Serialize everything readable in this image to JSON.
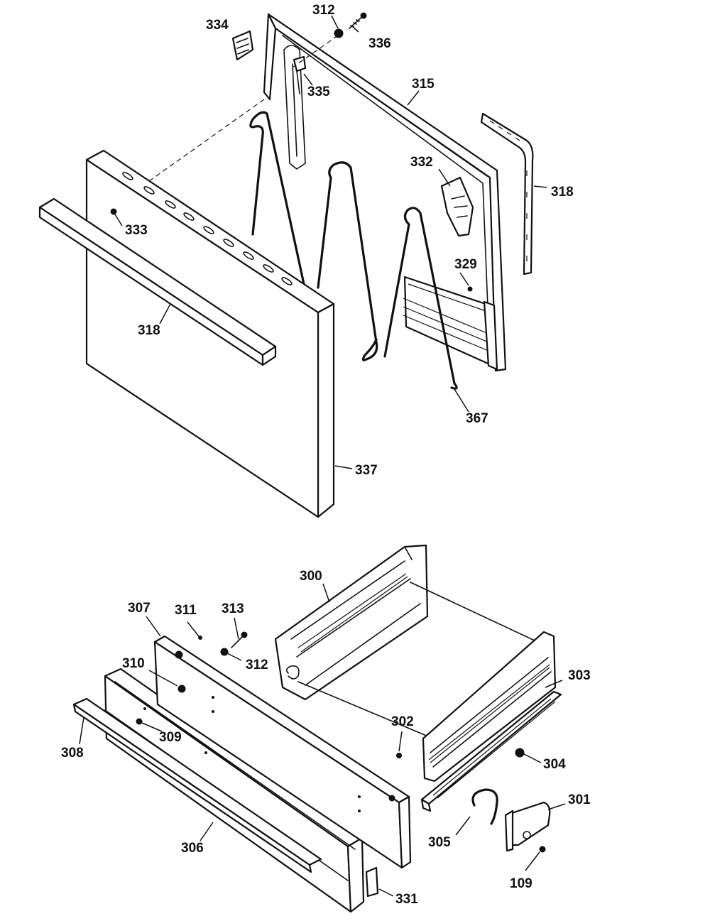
{
  "callouts": {
    "c312_top": "312",
    "c334": "334",
    "c336": "336",
    "c335": "335",
    "c315": "315",
    "c332": "332",
    "c318_right": "318",
    "c333": "333",
    "c318_left": "318",
    "c329": "329",
    "c367": "367",
    "c337": "337",
    "c300": "300",
    "c307": "307",
    "c311": "311",
    "c313": "313",
    "c312_bottom": "312",
    "c310": "310",
    "c303": "303",
    "c302": "302",
    "c309": "309",
    "c308": "308",
    "c304": "304",
    "c301": "301",
    "c305": "305",
    "c306": "306",
    "c109": "109",
    "c331": "331"
  }
}
